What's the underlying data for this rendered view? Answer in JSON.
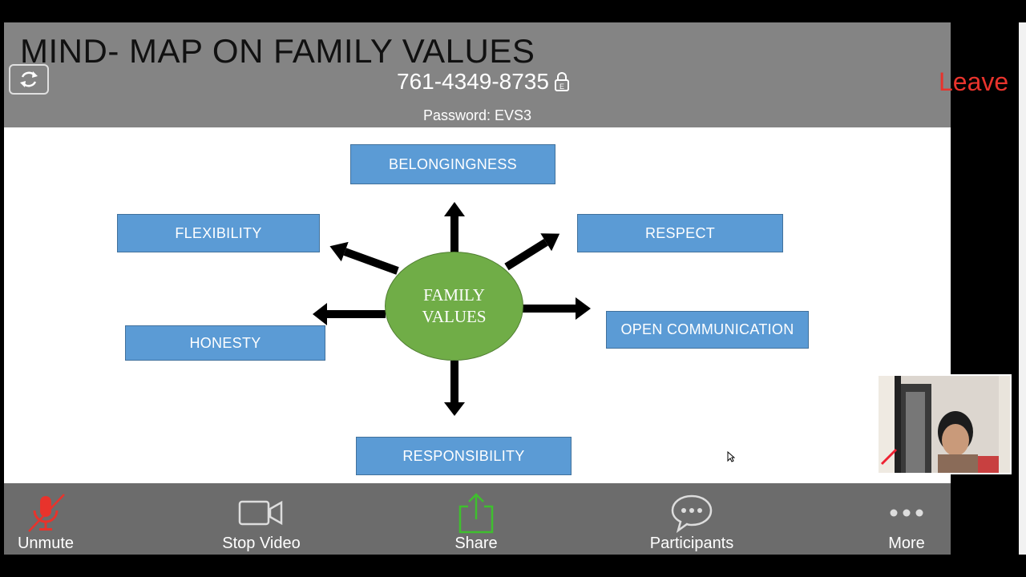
{
  "slide": {
    "title": "MIND- MAP ON FAMILY VALUES",
    "center_line1": "FAMILY",
    "center_line2": "VALUES",
    "values": {
      "belongingness": "BELONGINGNESS",
      "flexibility": "FLEXIBILITY",
      "respect": "RESPECT",
      "honesty": "HONESTY",
      "open_communication": "OPEN COMMUNICATION",
      "responsibility": "RESPONSIBILITY"
    },
    "colors": {
      "box": "#5b9bd5",
      "center": "#70ad47",
      "arrow": "#000000"
    }
  },
  "meeting": {
    "id": "761-4349-8735",
    "password": "Password: EVS3",
    "leave_label": "Leave",
    "leave_color": "#e8332c",
    "switch_camera_icon": "switch-camera-icon",
    "lock_icon": "lock-icon"
  },
  "toolbar": {
    "unmute": "Unmute",
    "stop_video": "Stop Video",
    "share": "Share",
    "participants": "Participants",
    "more": "More",
    "share_color": "#3fbf2f",
    "unmute_color": "#e8332c"
  }
}
